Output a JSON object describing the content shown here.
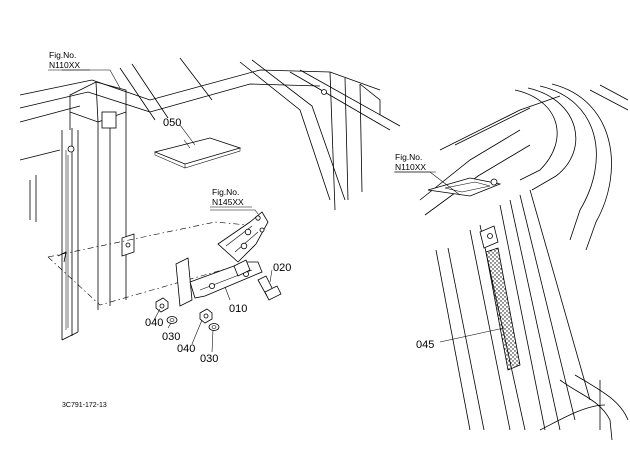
{
  "figure_refs": [
    {
      "id": "ref-top-left",
      "fig_label": "Fig.No.",
      "fig_no": "N110XX"
    },
    {
      "id": "ref-hinge",
      "fig_label": "Fig.No.",
      "fig_no": "N145XX"
    },
    {
      "id": "ref-right",
      "fig_label": "Fig.No.",
      "fig_no": "N110XX"
    }
  ],
  "part_labels": {
    "p050": "050",
    "p020": "020",
    "p010": "010",
    "p040a": "040",
    "p030a": "030",
    "p040b": "040",
    "p030b": "030",
    "p045": "045"
  },
  "drawing_code": "3C791-172-13"
}
